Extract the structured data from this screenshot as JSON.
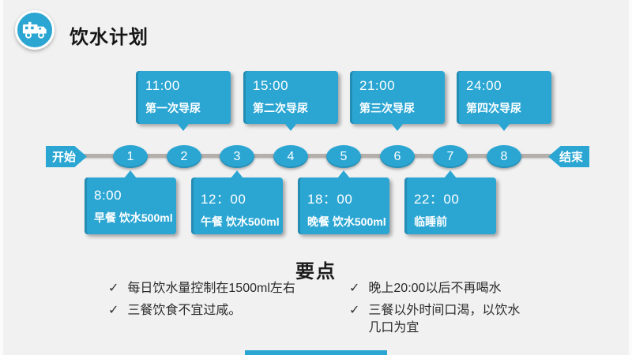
{
  "header": {
    "title": "饮水计划",
    "icon": "ambulance-icon"
  },
  "timeline": {
    "start_label": "开始",
    "end_label": "结束",
    "nodes": [
      "1",
      "2",
      "3",
      "4",
      "5",
      "6",
      "7",
      "8"
    ],
    "top_events": [
      {
        "time": "11:00",
        "label": "第一次导尿"
      },
      {
        "time": "15:00",
        "label": "第二次导尿"
      },
      {
        "time": "21:00",
        "label": "第三次导尿"
      },
      {
        "time": "24:00",
        "label": "第四次导尿"
      }
    ],
    "bottom_events": [
      {
        "time": "8:00",
        "label": "早餐 饮水500ml"
      },
      {
        "time": "12：00",
        "label": "午餐 饮水500ml"
      },
      {
        "time": "18：00",
        "label": "晚餐 饮水500ml"
      },
      {
        "time": "22：00",
        "label": "临睡前"
      }
    ]
  },
  "key_points": {
    "title": "要点",
    "check_glyph": "✓",
    "left_items": [
      "每日饮水量控制在1500ml左右",
      "三餐饮食不宜过咸。"
    ],
    "right_items": [
      "晚上20:00以后不再喝水",
      "三餐以外时间口渴，以饮水几口为宜"
    ]
  },
  "colors": {
    "accent_blue": "#2BA6D3",
    "background": "#F1F1F2",
    "line_gray": "#B5AFAB",
    "text_dark": "#1B1B1B"
  }
}
